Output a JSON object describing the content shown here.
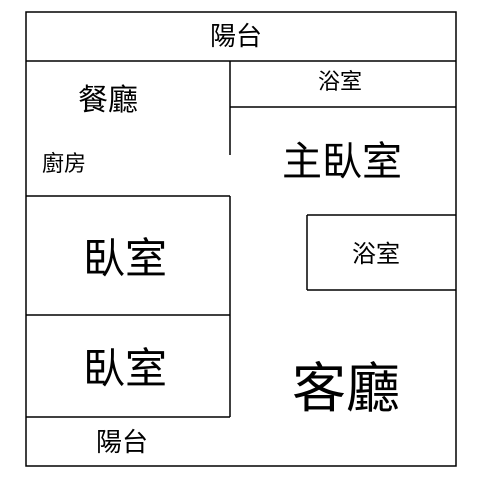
{
  "floor_plan": {
    "rooms": {
      "balcony_top": "陽台",
      "dining_room": "餐廳",
      "kitchen": "廚房",
      "bathroom_top": "浴室",
      "master_bedroom": "主臥室",
      "bedroom_upper": "臥室",
      "bathroom_middle": "浴室",
      "bedroom_lower": "臥室",
      "living_room": "客廳",
      "balcony_bottom": "陽台"
    },
    "line_color": "#000000",
    "background_color": "#ffffff"
  }
}
